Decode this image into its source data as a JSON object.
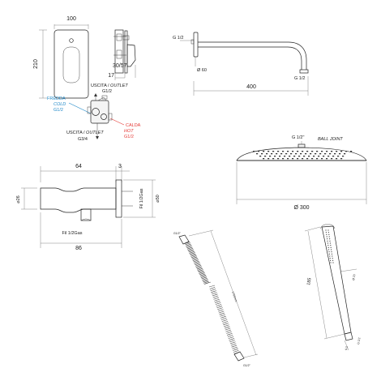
{
  "mixer_plate": {
    "width_label": "100",
    "height_label": "210"
  },
  "mixer_side": {
    "depth_label": "30/57",
    "wall_label": "17"
  },
  "shower_arm": {
    "inlet_label": "G 1/2",
    "outlet_label": "G 1/2",
    "flange_label": "Ø 60",
    "length_label": "400"
  },
  "valve_body": {
    "outlet_top": "USCITA / ",
    "outlet_top_en": "OUTLET",
    "outlet_top_thread": "G1/2",
    "cold_it": "FREDDA",
    "cold_en": "COLD",
    "cold_thread": "G1/2",
    "hot_it": "CALDA",
    "hot_en": "HOT",
    "hot_thread": "G1/2",
    "outlet_bottom": "USCITA / ",
    "outlet_bottom_en": "OUTLET",
    "outlet_bottom_thread": "G3/4",
    "cold_color": "#1e88c8",
    "hot_color": "#e53935"
  },
  "shower_head": {
    "thread_label": "G 1/2\"",
    "joint_label": "BALL JOINT",
    "diameter_label": "Ø 300"
  },
  "wall_outlet": {
    "length_label": "64",
    "flange_label": "3",
    "dia_label": "⌀26",
    "dia2_label": "⌀50",
    "thread_side": "Fil 1/2Gas",
    "thread_bottom": "Fil 1/2Gas",
    "total_label": "86"
  },
  "hose": {
    "top_label": "G1/2\"",
    "length_label": "1750mm",
    "bottom_label": "G1/2\""
  },
  "hand_shower": {
    "length_label": "185",
    "dia_label": "Ø 23",
    "thread_label": "G 1/2",
    "base_label": "9.5"
  }
}
